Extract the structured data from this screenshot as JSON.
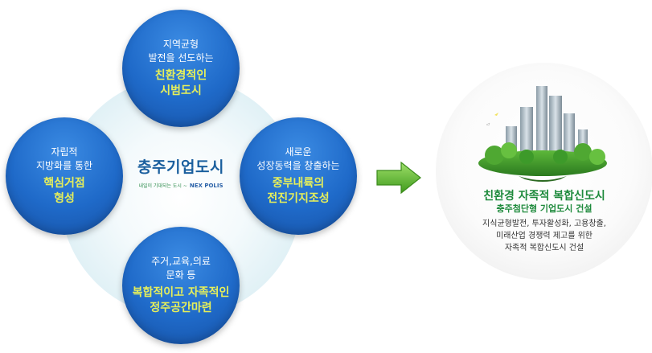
{
  "nodes": {
    "top": {
      "line1": "지역균형",
      "line2": "발전을 선도하는",
      "title1": "친환경적인",
      "title2": "시범도시"
    },
    "left": {
      "line1": "자립적",
      "line2": "지방화를 통한",
      "title1": "핵심거점",
      "title2": "형성"
    },
    "right": {
      "line1": "새로운",
      "line2": "성장동력을 창출하는",
      "title1": "중부내륙의",
      "title2": "전진기지조성"
    },
    "bottom": {
      "line1": "주거,교육,의료",
      "line2": "문화 등",
      "title1": "복합적이고 자족적인",
      "title2": "정주공간마련"
    }
  },
  "logo": {
    "main": "충주기업도시",
    "tagline": "내일이 기대되는 도시 ~",
    "brand": "NEX POLIS"
  },
  "result": {
    "title": "친환경 자족적 복합신도시",
    "subtitle": "충주첨단형 기업도시 건설",
    "desc1": "지식균형발전, 투자활성화, 고용창출,",
    "desc2": "미래산업 경쟁력 제고를 위한",
    "desc3": "자족적 복합신도시 건설"
  },
  "colors": {
    "node_blue": "#1f6ac9",
    "node_highlight_text": "#e6ef5a",
    "arrow_green": "#5cb82a",
    "result_green": "#1e8a3c",
    "logo_blue": "#1a5f9e"
  }
}
